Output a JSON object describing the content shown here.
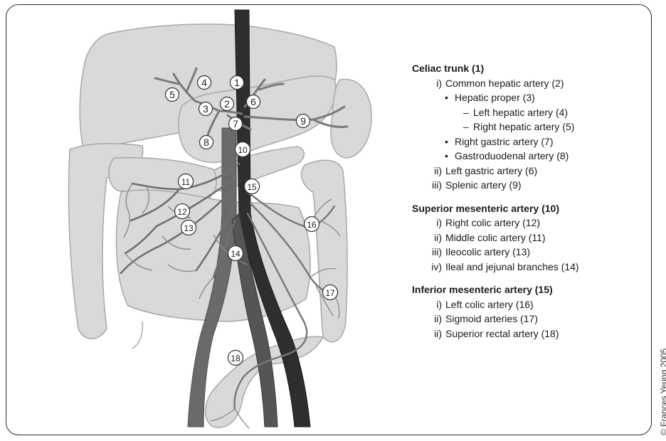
{
  "illustration": {
    "labels": [
      "1",
      "2",
      "3",
      "4",
      "5",
      "6",
      "7",
      "8",
      "9",
      "10",
      "11",
      "12",
      "13",
      "14",
      "15",
      "16",
      "17",
      "18"
    ],
    "colors": {
      "organ_fill": "#d9d9d9",
      "organ_stroke": "#a8a8a8",
      "artery": "#7a7a7a",
      "artery_dark": "#555555",
      "aorta": "#2e2e2e"
    }
  },
  "legend": {
    "sections": [
      {
        "heading": "Celiac trunk (1)",
        "items": [
          {
            "marker": "i)",
            "text": "Common hepatic artery (2)",
            "level": 1
          },
          {
            "marker": "•",
            "text": "Hepatic proper (3)",
            "level": 2
          },
          {
            "marker": "–",
            "text": "Left hepatic artery (4)",
            "level": 3
          },
          {
            "marker": "–",
            "text": "Right hepatic artery (5)",
            "level": 3
          },
          {
            "marker": "•",
            "text": "Right gastric artery (7)",
            "level": 2
          },
          {
            "marker": "•",
            "text": "Gastroduodenal artery (8)",
            "level": 2
          },
          {
            "marker": "ii)",
            "text": "Left gastric artery (6)",
            "level": 1
          },
          {
            "marker": "iii)",
            "text": "Splenic artery (9)",
            "level": 1
          }
        ]
      },
      {
        "heading": "Superior mesenteric artery (10)",
        "items": [
          {
            "marker": "i)",
            "text": "Right colic artery (12)",
            "level": 1
          },
          {
            "marker": "ii)",
            "text": "Middle colic artery (11)",
            "level": 1
          },
          {
            "marker": "iii)",
            "text": "Ileocolic artery (13)",
            "level": 1
          },
          {
            "marker": "iv)",
            "text": "Ileal and jejunal branches (14)",
            "level": 1
          }
        ]
      },
      {
        "heading": "Inferior mesenteric artery (15)",
        "items": [
          {
            "marker": "i)",
            "text": "Left colic artery (16)",
            "level": 1
          },
          {
            "marker": "ii)",
            "text": "Sigmoid arteries (17)",
            "level": 1
          },
          {
            "marker": "ii)",
            "text": "Superior rectal artery (18)",
            "level": 1
          }
        ]
      }
    ]
  },
  "copyright": "© Frances Yeung 2005"
}
